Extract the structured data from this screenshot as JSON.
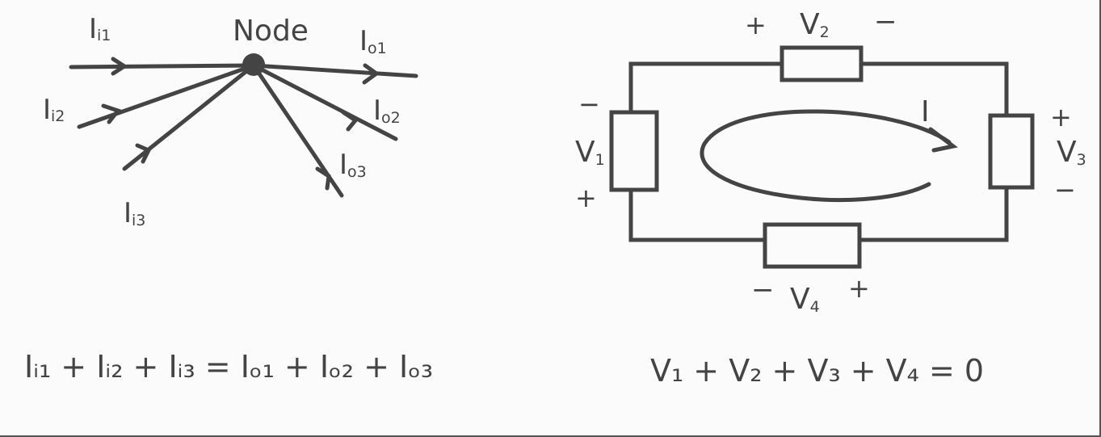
{
  "kcl": {
    "node_label": "Node",
    "currents": [
      {
        "main": "I",
        "sub": "i1"
      },
      {
        "main": "I",
        "sub": "i2"
      },
      {
        "main": "I",
        "sub": "i3"
      },
      {
        "main": "I",
        "sub": "o1"
      },
      {
        "main": "I",
        "sub": "o2"
      },
      {
        "main": "I",
        "sub": "o3"
      }
    ],
    "equation": "Iᵢ₁ + Iᵢ₂ + Iᵢ₃ = Iₒ₁ + Iₒ₂ + Iₒ₃"
  },
  "kvl": {
    "loop_current": "I",
    "voltages": [
      {
        "main": "V",
        "sub": "1",
        "pos": "+",
        "neg": "−"
      },
      {
        "main": "V",
        "sub": "2",
        "pos": "+",
        "neg": "−"
      },
      {
        "main": "V",
        "sub": "3",
        "pos": "+",
        "neg": "−"
      },
      {
        "main": "V",
        "sub": "4",
        "pos": "+",
        "neg": "−"
      }
    ],
    "equation": "V₁ + V₂ + V₃ + V₄ = 0"
  },
  "colors": {
    "ink": "#444444",
    "background": "#fbfbfb"
  }
}
